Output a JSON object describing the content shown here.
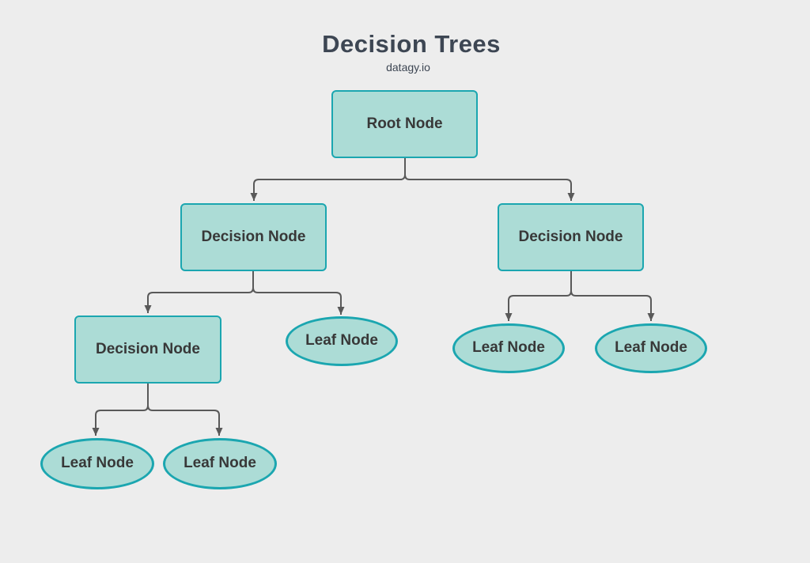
{
  "header": {
    "title": "Decision Trees",
    "subtitle": "datagy.io"
  },
  "nodes": {
    "root": {
      "label": "Root Node",
      "shape": "rectangle"
    },
    "decision_left": {
      "label": "Decision Node",
      "shape": "rectangle"
    },
    "decision_right": {
      "label": "Decision Node",
      "shape": "rectangle"
    },
    "decision_left_child": {
      "label": "Decision Node",
      "shape": "rectangle"
    },
    "leaf_middle": {
      "label": "Leaf Node",
      "shape": "ellipse"
    },
    "leaf_right_1": {
      "label": "Leaf Node",
      "shape": "ellipse"
    },
    "leaf_right_2": {
      "label": "Leaf Node",
      "shape": "ellipse"
    },
    "leaf_bottom_1": {
      "label": "Leaf Node",
      "shape": "ellipse"
    },
    "leaf_bottom_2": {
      "label": "Leaf Node",
      "shape": "ellipse"
    }
  },
  "colors": {
    "background": "#ededed",
    "node_fill": "#acdcd6",
    "node_border": "#1ba6b0",
    "connector": "#595959",
    "node_text": "#383838",
    "title_text": "#3d4653"
  }
}
